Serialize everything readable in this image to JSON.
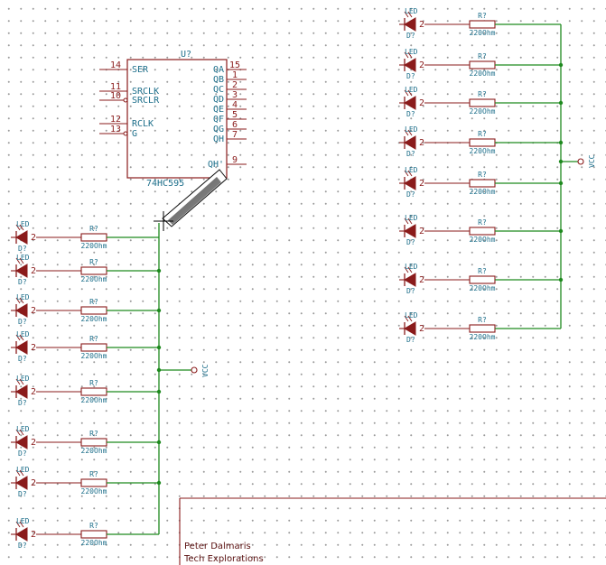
{
  "ic": {
    "ref": "U?",
    "value": "74HC595",
    "left_pins": [
      {
        "num": "14",
        "name": "SER"
      },
      {
        "num": "11",
        "name": "SRCLK"
      },
      {
        "num": "10",
        "name": "SRCLR"
      },
      {
        "num": "12",
        "name": "RCLK"
      },
      {
        "num": "13",
        "name": "G"
      }
    ],
    "right_pins": [
      {
        "num": "15",
        "name": "QA"
      },
      {
        "num": "1",
        "name": "QB"
      },
      {
        "num": "2",
        "name": "QC"
      },
      {
        "num": "3",
        "name": "QD"
      },
      {
        "num": "4",
        "name": "QE"
      },
      {
        "num": "5",
        "name": "QF"
      },
      {
        "num": "6",
        "name": "QG"
      },
      {
        "num": "7",
        "name": "QH"
      },
      {
        "num": "9",
        "name": "QH'"
      }
    ]
  },
  "led": {
    "label": "LED",
    "ref": "D?",
    "pin": "2"
  },
  "resistor": {
    "ref": "R?",
    "value": "220Ohm"
  },
  "power": {
    "label": "VCC"
  },
  "title_block": {
    "line1": "Peter Dalmaris",
    "line2": "Tech Explorations"
  },
  "colors": {
    "wire": "#1f8a1f",
    "component": "#8a1b1b",
    "text": "#1c6e8a"
  }
}
